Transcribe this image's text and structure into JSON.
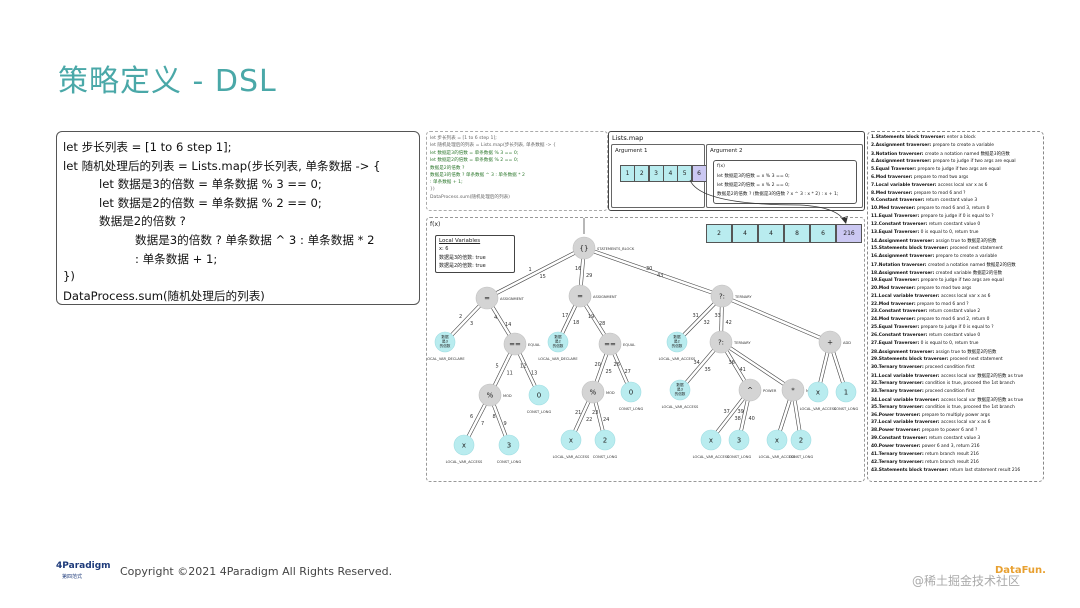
{
  "title": "策略定义 - DSL",
  "code_lines": [
    {
      "text": "let 步长列表 = [1 to 6 step 1];",
      "indent": 0
    },
    {
      "text": "let 随机处理后的列表 = Lists.map(步长列表, 单条数据 -> {",
      "indent": 0
    },
    {
      "text": "let 数据是3的倍数 = 单条数据 % 3 == 0;",
      "indent": 1
    },
    {
      "text": "let 数据是2的倍数 = 单条数据 % 2 == 0;",
      "indent": 1
    },
    {
      "text": "数据是2的倍数 ?",
      "indent": 1
    },
    {
      "text": "数据是3的倍数 ? 单条数据 ^ 3 : 单条数据 * 2",
      "indent": 2
    },
    {
      "text": ": 单条数据 + 1;",
      "indent": 2
    },
    {
      "text": "})",
      "indent": 0
    },
    {
      "text": "DataProcess.sum(随机处理后的列表)",
      "indent": 0
    }
  ],
  "small_code_lines": [
    "let 步长列表 = [1 to 6 step 1];",
    "let 随机处理后的列表 = Lists.map(步长列表, 单条数据 -> {",
    "    let 数据是3的倍数 = 单条数据 % 3 == 0;",
    "    let 数据是2的倍数 = 单条数据 % 2 == 0;",
    "    数据是2的倍数 ?",
    "        数据是3的倍数 ? 单条数据 ^ 3 : 单条数据 * 2",
    "        : 单条数据 + 1;",
    "})",
    "DataProcess.sum(随机处理后的列表)"
  ],
  "listmap": {
    "title": "Lists.map",
    "arg1_label": "Argument 1",
    "arg2_label": "Argument 2",
    "arg1_values": [
      "1",
      "2",
      "3",
      "4",
      "5",
      "6"
    ],
    "arg1_selected": 5,
    "arg2_lines": [
      "f(x)",
      "let 数据是3的倍数 = x % 3 == 0;",
      "let 数据是2的倍数 = x % 2 == 0;",
      "数据是2的倍数 ? (数据是3的倍数 ? x ^ 3 : x * 2) : x + 1;"
    ],
    "results": [
      "2",
      "4",
      "4",
      "8",
      "6",
      "216"
    ],
    "result_selected": 5
  },
  "tree": {
    "fx_label": "f(x)",
    "legend": [
      "Local Variables",
      "x: 6",
      "数据是3的倍数: true",
      "数据是2的倍数: true"
    ],
    "nodes": [
      {
        "id": "root",
        "label": "{}",
        "type": "op",
        "tag": "STATEMENTS_BLOCK"
      },
      {
        "id": "a1",
        "label": "=",
        "type": "op",
        "tag": "ASSIGNMENT"
      },
      {
        "id": "a2",
        "label": "=",
        "type": "op",
        "tag": "ASSIGNMENT"
      },
      {
        "id": "t1",
        "label": "?:",
        "type": "op",
        "tag": "TERNARY"
      },
      {
        "id": "v1",
        "label": "数据是3的倍数",
        "type": "leaf",
        "tag": "LOCAL_VAR_DECLARE"
      },
      {
        "id": "e1",
        "label": "==",
        "type": "op",
        "tag": "EQUAL"
      },
      {
        "id": "v2",
        "label": "数据是2的倍数",
        "type": "leaf",
        "tag": "LOCAL_VAR_DECLARE"
      },
      {
        "id": "e2",
        "label": "==",
        "type": "op",
        "tag": "EQUAL"
      },
      {
        "id": "v3",
        "label": "数据是2的倍数",
        "type": "leaf",
        "tag": "LOCAL_VAR_ACCESS"
      },
      {
        "id": "t2",
        "label": "?:",
        "type": "op",
        "tag": "TERNARY"
      },
      {
        "id": "ad",
        "label": "+",
        "type": "op",
        "tag": "ADD"
      },
      {
        "id": "m1",
        "label": "%",
        "type": "op",
        "tag": "MOD"
      },
      {
        "id": "c0a",
        "label": "0",
        "type": "leaf",
        "tag": "CONST_LONG"
      },
      {
        "id": "m2",
        "label": "%",
        "type": "op",
        "tag": "MOD"
      },
      {
        "id": "c0b",
        "label": "0",
        "type": "leaf",
        "tag": "CONST_LONG"
      },
      {
        "id": "v4",
        "label": "数据是3的倍数",
        "type": "leaf",
        "tag": "LOCAL_VAR_ACCESS"
      },
      {
        "id": "pw",
        "label": "^",
        "type": "op",
        "tag": "POWER"
      },
      {
        "id": "mu",
        "label": "*",
        "type": "op",
        "tag": "MULTI"
      },
      {
        "id": "x5",
        "label": "x",
        "type": "leaf",
        "tag": "LOCAL_VAR_ACCESS"
      },
      {
        "id": "c1",
        "label": "1",
        "type": "leaf",
        "tag": "CONST_LONG"
      },
      {
        "id": "x1",
        "label": "x",
        "type": "leaf",
        "tag": "LOCAL_VAR_ACCESS"
      },
      {
        "id": "c3a",
        "label": "3",
        "type": "leaf",
        "tag": "CONST_LONG"
      },
      {
        "id": "x2",
        "label": "x",
        "type": "leaf",
        "tag": "LOCAL_VAR_ACCESS"
      },
      {
        "id": "c2a",
        "label": "2",
        "type": "leaf",
        "tag": "CONST_LONG"
      },
      {
        "id": "x3",
        "label": "x",
        "type": "leaf",
        "tag": "LOCAL_VAR_ACCESS"
      },
      {
        "id": "c3b",
        "label": "3",
        "type": "leaf",
        "tag": "CONST_LONG"
      },
      {
        "id": "x4",
        "label": "x",
        "type": "leaf",
        "tag": "LOCAL_VAR_ACCESS"
      },
      {
        "id": "c2b",
        "label": "2",
        "type": "leaf",
        "tag": "CONST_LONG"
      }
    ],
    "edges": [
      {
        "from": "root",
        "to": "a1",
        "down": "1",
        "up": "15"
      },
      {
        "from": "root",
        "to": "a2",
        "down": "16",
        "up": "29"
      },
      {
        "from": "root",
        "to": "t1",
        "down": "30",
        "up": "43"
      },
      {
        "from": "a1",
        "to": "v1",
        "down": "2",
        "up": "3"
      },
      {
        "from": "a1",
        "to": "e1",
        "down": "4",
        "up": "14"
      },
      {
        "from": "e1",
        "to": "m1",
        "down": "5",
        "up": "11"
      },
      {
        "from": "e1",
        "to": "c0a",
        "down": "12",
        "up": "13"
      },
      {
        "from": "m1",
        "to": "x1",
        "down": "6",
        "up": "7"
      },
      {
        "from": "m1",
        "to": "c3a",
        "down": "8",
        "up": "9"
      },
      {
        "from": "a2",
        "to": "v2",
        "down": "17",
        "up": "18"
      },
      {
        "from": "a2",
        "to": "e2",
        "down": "19",
        "up": "28"
      },
      {
        "from": "e2",
        "to": "m2",
        "down": "20",
        "up": "25"
      },
      {
        "from": "e2",
        "to": "c0b",
        "down": "26",
        "up": "27"
      },
      {
        "from": "m2",
        "to": "x2",
        "down": "21",
        "up": "22"
      },
      {
        "from": "m2",
        "to": "c2a",
        "down": "23",
        "up": "24"
      },
      {
        "from": "t1",
        "to": "v3",
        "down": "31",
        "up": "32"
      },
      {
        "from": "t1",
        "to": "t2",
        "down": "33",
        "up": "42"
      },
      {
        "from": "t1",
        "to": "ad",
        "down": "",
        "up": ""
      },
      {
        "from": "t2",
        "to": "v4",
        "down": "34",
        "up": "35"
      },
      {
        "from": "t2",
        "to": "pw",
        "down": "36",
        "up": "41"
      },
      {
        "from": "t2",
        "to": "mu",
        "down": "",
        "up": ""
      },
      {
        "from": "pw",
        "to": "x3",
        "down": "37",
        "up": "38"
      },
      {
        "from": "pw",
        "to": "c3b",
        "down": "39",
        "up": "40"
      },
      {
        "from": "mu",
        "to": "x4",
        "down": "",
        "up": ""
      },
      {
        "from": "mu",
        "to": "c2b",
        "down": "",
        "up": ""
      },
      {
        "from": "ad",
        "to": "x5",
        "down": "",
        "up": ""
      },
      {
        "from": "ad",
        "to": "c1",
        "down": "",
        "up": ""
      }
    ]
  },
  "trace": [
    "1.Statements block traverser: enter a block",
    "2.Assignment traverser: prepare to create a variable",
    "3.Notation traverser: create a notation named 数据是3的倍数",
    "4.Assignment traverser: prepare to judge if two args are equal",
    "5.Equal Traverser: prepare to judge if two args are equal",
    "6.Mod traverser: prepare to mod two args",
    "7.Local variable traverser: access local var x as 6",
    "8.Med traverser: prepare to mod 6 and ?",
    "9.Constant traverser: return constant value 3",
    "10.Med traverser: prepare to mod 6 and 3, return 0",
    "11.Equal Traverser: prepare to judge if 0 is equal to ?",
    "12.Constant traverser: return constant value 0",
    "13.Equal Traverser: 0 is equal to 0, return true",
    "14.Assignment traverser: assign true to 数据是3的倍数",
    "15.Statements block traverser: proceed next statement",
    "16.Assignment traverser: prepare to create a variable",
    "17.Notation traverser: created a notation named 数据是2的倍数",
    "18.Assignment traverser: created variable 数据是2的倍数",
    "19.Equal Traverser: prepare to judge if two args are equal",
    "20.Mod traverser: prepare to mod two args",
    "21.Local variable traverser: access local var x as 6",
    "22.Mod traverser: prepare to mod 6 and ?",
    "23.Constant traverser: return constant value 2",
    "24.Mod traverser: prepare to mod 6 and 2, return 0",
    "25.Equal Traverser: prepare to judge if 0 is equal to ?",
    "26.Constant traverser: return constant value 0",
    "27.Equal Traverser: 0 is equal to 0, return true",
    "28.Assignment traverser: assign true to 数据是2的倍数",
    "29.Statements block traverser: proceed next statement",
    "30.Ternary traverser: proceed condition first",
    "31.Local variable traverser: access local var 数据是2的倍数 as true",
    "32.Ternary traverser: condition is true, proceed the 1st branch",
    "33.Ternary traverser: proceed condition first",
    "34.Local variable traverser: access local var 数据是3的倍数 as true",
    "35.Ternary traverser: condition is true, proceed the 1st branch",
    "36.Power traverser: prepare to multiply power args",
    "37.Local variable traverser: access local var x as 6",
    "38.Power traverser: prepare to power 6 and ?",
    "39.Constant traverser: return constant value 3",
    "40.Power traverser: power 6 and 3, return 216",
    "41.Ternary traverser: return branch result 216",
    "42.Ternary traverser: return branch result 216",
    "43.Statements block traverser: return last statement result 216"
  ],
  "footer": {
    "logo": "4Paradigm",
    "logo_sub": "第四范式",
    "copyright": "Copyright ©2021 4Paradigm All Rights Reserved.",
    "watermark": "@稀土掘金技术社区",
    "watermark_brand": "DataFun."
  },
  "colors": {
    "title": "#4aa8a8",
    "leaf_node": "#b9ecef",
    "op_node": "#d4d4d4",
    "selected_cell": "#cbc8f2"
  }
}
